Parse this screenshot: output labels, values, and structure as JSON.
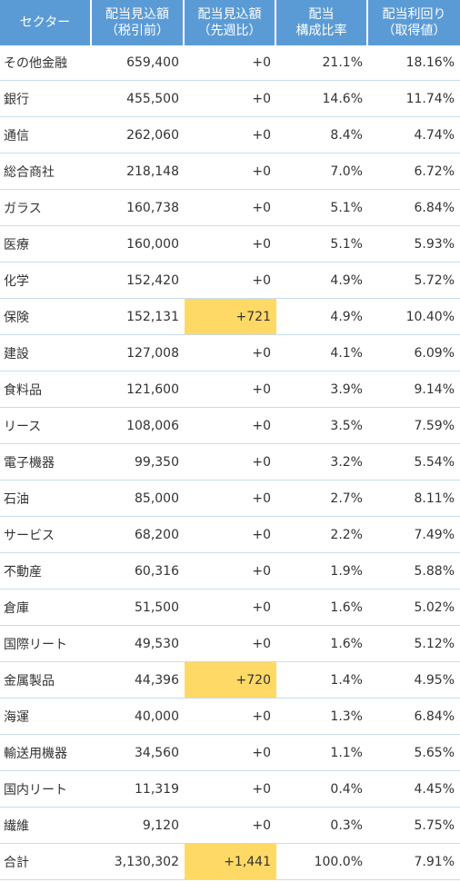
{
  "header": {
    "sector": "セクター",
    "dividend_l1": "配当見込額",
    "dividend_l2": "（税引前）",
    "change_l1": "配当見込額",
    "change_l2": "（先週比）",
    "ratio_l1": "配当",
    "ratio_l2": "構成比率",
    "yield_l1": "配当利回り",
    "yield_l2": "（取得値）"
  },
  "highlight_color": "#ffd966",
  "header_color": "#5b9bd5",
  "rows": [
    {
      "sector": "その他金融",
      "dividend": "659,400",
      "change": "+0",
      "ratio": "21.1%",
      "yield": "18.16%",
      "highlight": false
    },
    {
      "sector": "銀行",
      "dividend": "455,500",
      "change": "+0",
      "ratio": "14.6%",
      "yield": "11.74%",
      "highlight": false
    },
    {
      "sector": "通信",
      "dividend": "262,060",
      "change": "+0",
      "ratio": "8.4%",
      "yield": "4.74%",
      "highlight": false
    },
    {
      "sector": "総合商社",
      "dividend": "218,148",
      "change": "+0",
      "ratio": "7.0%",
      "yield": "6.72%",
      "highlight": false
    },
    {
      "sector": "ガラス",
      "dividend": "160,738",
      "change": "+0",
      "ratio": "5.1%",
      "yield": "6.84%",
      "highlight": false
    },
    {
      "sector": "医療",
      "dividend": "160,000",
      "change": "+0",
      "ratio": "5.1%",
      "yield": "5.93%",
      "highlight": false
    },
    {
      "sector": "化学",
      "dividend": "152,420",
      "change": "+0",
      "ratio": "4.9%",
      "yield": "5.72%",
      "highlight": false
    },
    {
      "sector": "保険",
      "dividend": "152,131",
      "change": "+721",
      "ratio": "4.9%",
      "yield": "10.40%",
      "highlight": true
    },
    {
      "sector": "建設",
      "dividend": "127,008",
      "change": "+0",
      "ratio": "4.1%",
      "yield": "6.09%",
      "highlight": false
    },
    {
      "sector": "食料品",
      "dividend": "121,600",
      "change": "+0",
      "ratio": "3.9%",
      "yield": "9.14%",
      "highlight": false
    },
    {
      "sector": "リース",
      "dividend": "108,006",
      "change": "+0",
      "ratio": "3.5%",
      "yield": "7.59%",
      "highlight": false
    },
    {
      "sector": "電子機器",
      "dividend": "99,350",
      "change": "+0",
      "ratio": "3.2%",
      "yield": "5.54%",
      "highlight": false
    },
    {
      "sector": "石油",
      "dividend": "85,000",
      "change": "+0",
      "ratio": "2.7%",
      "yield": "8.11%",
      "highlight": false
    },
    {
      "sector": "サービス",
      "dividend": "68,200",
      "change": "+0",
      "ratio": "2.2%",
      "yield": "7.49%",
      "highlight": false
    },
    {
      "sector": "不動産",
      "dividend": "60,316",
      "change": "+0",
      "ratio": "1.9%",
      "yield": "5.88%",
      "highlight": false
    },
    {
      "sector": "倉庫",
      "dividend": "51,500",
      "change": "+0",
      "ratio": "1.6%",
      "yield": "5.02%",
      "highlight": false
    },
    {
      "sector": "国際リート",
      "dividend": "49,530",
      "change": "+0",
      "ratio": "1.6%",
      "yield": "5.12%",
      "highlight": false
    },
    {
      "sector": "金属製品",
      "dividend": "44,396",
      "change": "+720",
      "ratio": "1.4%",
      "yield": "4.95%",
      "highlight": true
    },
    {
      "sector": "海運",
      "dividend": "40,000",
      "change": "+0",
      "ratio": "1.3%",
      "yield": "6.84%",
      "highlight": false
    },
    {
      "sector": "輸送用機器",
      "dividend": "34,560",
      "change": "+0",
      "ratio": "1.1%",
      "yield": "5.65%",
      "highlight": false
    },
    {
      "sector": "国内リート",
      "dividend": "11,319",
      "change": "+0",
      "ratio": "0.4%",
      "yield": "4.45%",
      "highlight": false
    },
    {
      "sector": "繊維",
      "dividend": "9,120",
      "change": "+0",
      "ratio": "0.3%",
      "yield": "5.75%",
      "highlight": false
    },
    {
      "sector": "合計",
      "dividend": "3,130,302",
      "change": "+1,441",
      "ratio": "100.0%",
      "yield": "7.91%",
      "highlight": true
    }
  ]
}
